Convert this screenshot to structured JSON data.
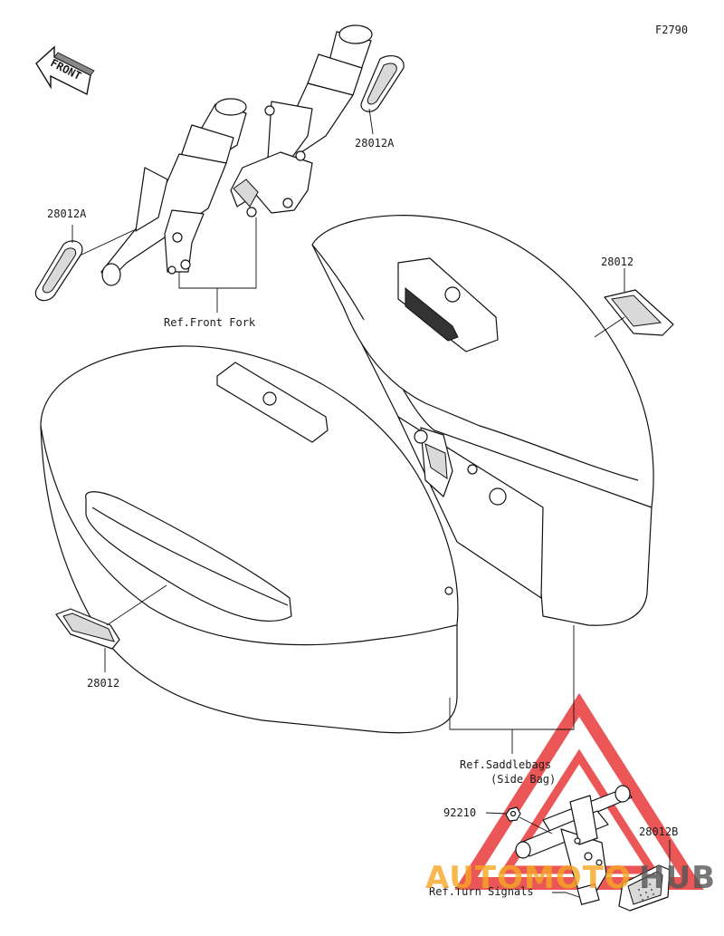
{
  "figure_code": "F2790",
  "direction_label": "FRONT",
  "callouts": {
    "reflector_a_upper": "28012A",
    "reflector_a_left": "28012A",
    "reflector_right": "28012",
    "reflector_left": "28012",
    "nut": "92210",
    "reflector_b": "28012B"
  },
  "references": {
    "front_fork": "Ref.Front Fork",
    "saddlebags_line1": "Ref.Saddlebags",
    "saddlebags_line2": "(Side Bag)",
    "turn_signals": "Ref.Turn Signals"
  },
  "watermark": {
    "part1": "AUTOMOTO",
    "part2": "HUB",
    "color_primary": "#e83a3a",
    "color_secondary": "#f5a623",
    "color_dark": "#555555"
  }
}
